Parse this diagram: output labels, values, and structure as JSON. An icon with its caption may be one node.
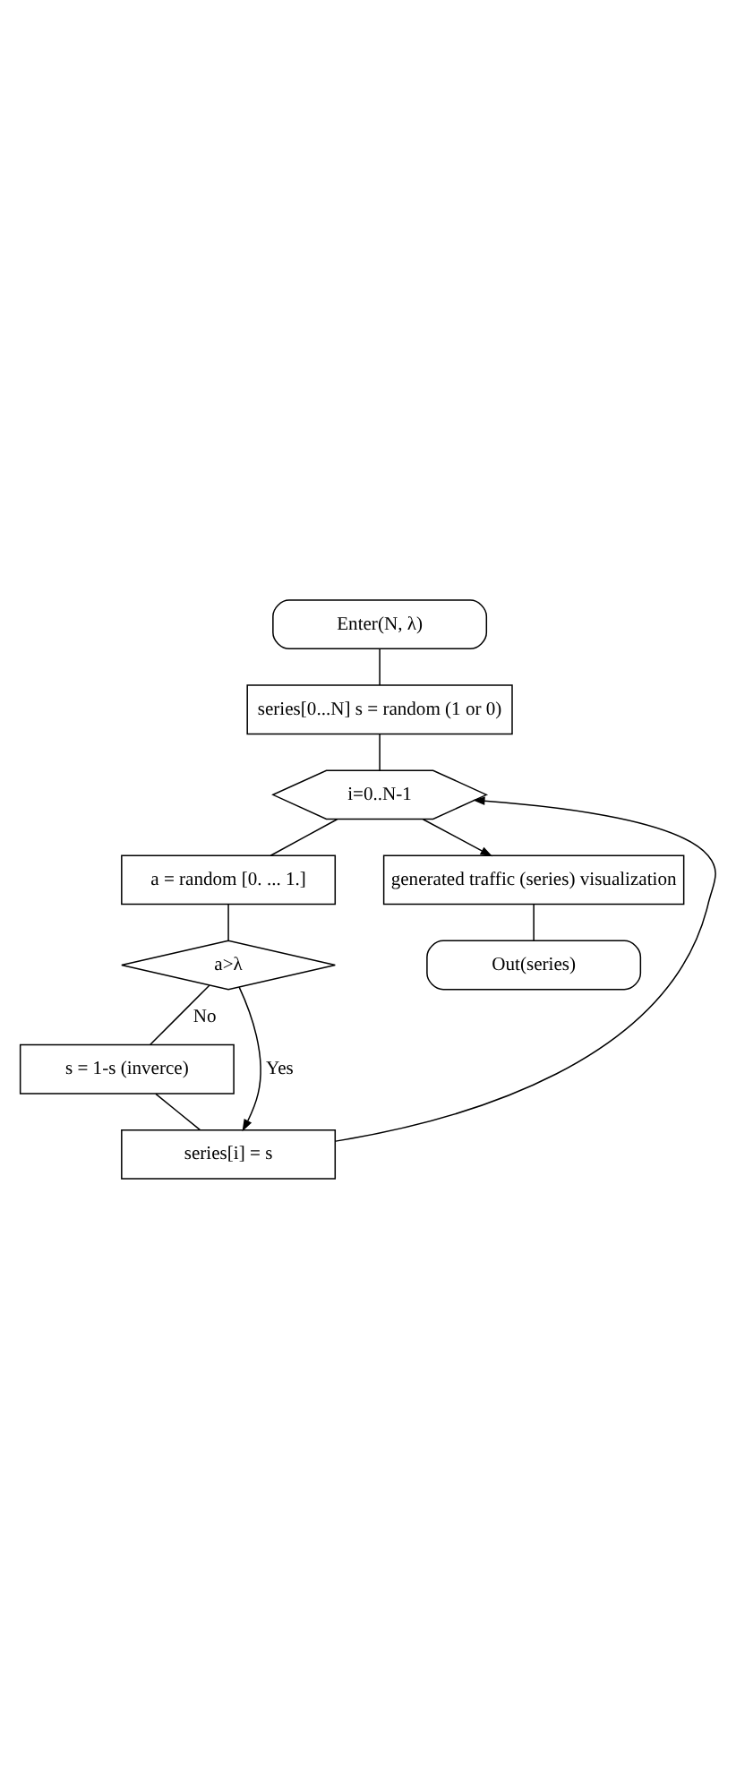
{
  "diagram": {
    "nodes": [
      {
        "text": [
          "Enter(N, λ)"
        ]
      },
      {
        "text": [
          "series[0...N] s = random (1 or 0)"
        ]
      },
      {
        "text": [
          "i=0..N-1"
        ]
      },
      {
        "text": [
          "a = random [0. ... 1.]"
        ]
      },
      {
        "text": [
          "a>λ"
        ]
      },
      {
        "text": [
          "s = 1-s (inverce)"
        ]
      },
      {
        "text": [
          "series[i] = s"
        ]
      },
      {
        "text": [
          "generated traffic (series) visualization"
        ]
      },
      {
        "text": [
          "Out(series)"
        ]
      }
    ],
    "edges": [
      {
        "from": 0,
        "to": 1,
        "arrow": "none"
      },
      {
        "from": 1,
        "to": 2,
        "arrow": "none"
      },
      {
        "from": 2,
        "to": 3,
        "arrow": "none"
      },
      {
        "from": 3,
        "to": 4,
        "arrow": "none"
      },
      {
        "from": 4,
        "to": 5,
        "arrow": "none",
        "label": "No"
      },
      {
        "from": 4,
        "to": 6,
        "arrow": "to",
        "label": "Yes"
      },
      {
        "from": 5,
        "to": 6,
        "arrow": "none"
      },
      {
        "from": 6,
        "to": 2,
        "arrow": "to"
      },
      {
        "from": 2,
        "to": 7,
        "arrow": "to"
      },
      {
        "from": 7,
        "to": 8,
        "arrow": "none"
      }
    ]
  }
}
